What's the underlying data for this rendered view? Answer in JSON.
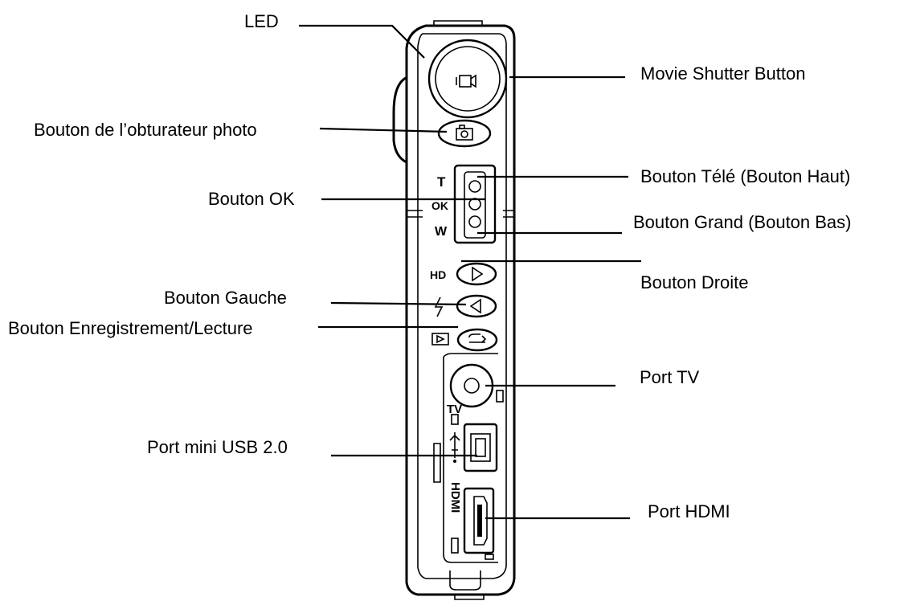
{
  "labels": {
    "led": "LED",
    "movie_shutter": "Movie Shutter Button",
    "photo_shutter": "Bouton de l’obturateur photo",
    "tele": "Bouton Télé (Bouton Haut)",
    "ok": "Bouton OK",
    "wide": "Bouton Grand (Bouton Bas)",
    "right": "Bouton Droite",
    "left": "Bouton Gauche",
    "record_play": "Bouton Enregistrement/Lecture",
    "tv_port": "Port TV",
    "usb_port": "Port mini USB 2.0",
    "hdmi_port": "Port HDMI"
  },
  "device_markings": {
    "t": "T",
    "ok": "OK",
    "w": "W",
    "hd": "HD",
    "tv": "TV",
    "hdmi": "HDMI"
  }
}
